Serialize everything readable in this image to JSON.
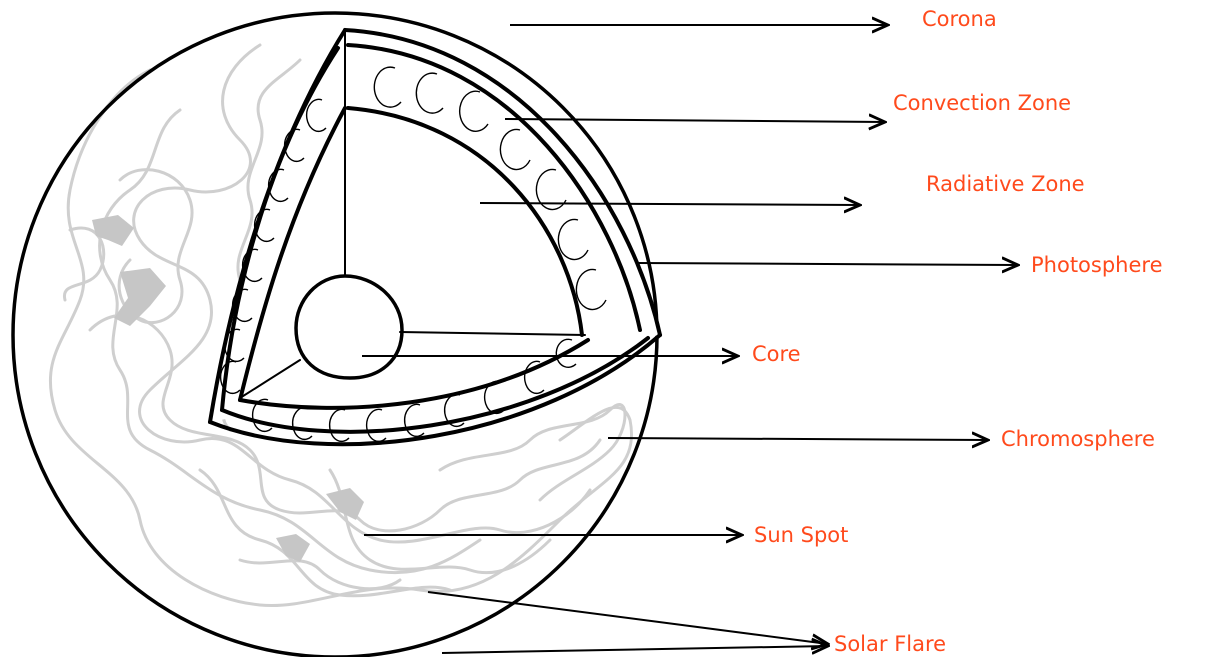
{
  "labels": {
    "corona": "Corona",
    "convection_zone": "Convection Zone",
    "radiative_zone": "Radiative Zone",
    "photosphere": "Photosphere",
    "core": "Core",
    "chromosphere": "Chromosphere",
    "sun_spot": "Sun Spot",
    "solar_flare": "Solar Flare"
  },
  "colors": {
    "label": "#ff4a1c",
    "outline": "#000000",
    "surface_texture": "#cfcfcf",
    "sun_spot_fill": "#c6c6c6"
  }
}
